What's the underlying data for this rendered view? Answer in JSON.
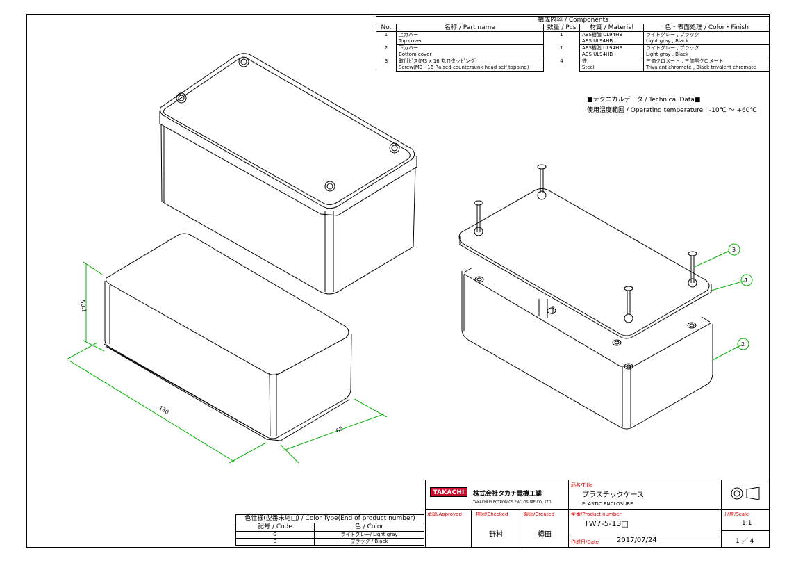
{
  "components": {
    "title": "構成内容 / Components",
    "headers": [
      "No.",
      "名称 / Part name",
      "数量 / Pcs",
      "材質 / Material",
      "色・表面処理 / Color・Finish"
    ],
    "rows": [
      {
        "no": "1",
        "name_jp": "上カバー",
        "name_en": "Top cover",
        "qty": "1",
        "mat_jp": "ABS樹脂 UL94HB",
        "mat_en": "ABS UL94HB",
        "color_jp": "ライトグレー , ブラック",
        "color_en": "Light gray , Black"
      },
      {
        "no": "2",
        "name_jp": "下カバー",
        "name_en": "Bottom cover",
        "qty": "1",
        "mat_jp": "ABS樹脂 UL94HB",
        "mat_en": "ABS UL94HB",
        "color_jp": "ライトグレー , ブラック",
        "color_en": "Light gray , Black"
      },
      {
        "no": "3",
        "name_jp": "取付ビス(M3 x 16 丸皿タッピング)",
        "name_en": "Screw(M3 - 16 Raised countersunk head self tapping)",
        "qty": "4",
        "mat_jp": "鉄",
        "mat_en": "Steel",
        "color_jp": "三価クロメート , 三価黒クロメート",
        "color_en": "Trivalent chromate , Black trivalent chromate"
      }
    ]
  },
  "technical": {
    "title": "■テクニカルデータ / Technical Data■",
    "temp": "使用温度範囲 / Operating temperature : -10℃ ～ +60℃"
  },
  "dimensions": {
    "height": "50.1",
    "length": "130",
    "width": "65"
  },
  "callouts": [
    "3",
    "1",
    "2"
  ],
  "color_type": {
    "title": "色仕様(型番末尾□) / Color Type(End of product number)",
    "code_header": "記号 / Code",
    "color_header": "色 / Color",
    "rows": [
      {
        "code": "G",
        "color": "ライトグレー/ Light gray"
      },
      {
        "code": "B",
        "color": "ブラック / Black"
      }
    ]
  },
  "title_block": {
    "logo": "TAKACHI",
    "company_jp": "株式会社タカチ電機工業",
    "company_en": "TAKACHI ELECTRONICS ENCLOSURE CO., LTD.",
    "title_label": "品名/Title",
    "title_jp": "プラスチックケース",
    "title_en": "PLASTIC ENCLOSURE",
    "approved_label": "承認/Approved",
    "checked_label": "検図/Checked",
    "created_label": "製図/Created",
    "checked_name": "野村",
    "created_name": "横田",
    "product_label": "型番/Product number",
    "product_number": "TW7-5-13□",
    "date_label": "作成日/Date",
    "date": "2017/07/24",
    "scale_label": "尺度/Scale",
    "scale": "1:1",
    "sheet": "1 ／ 4"
  }
}
